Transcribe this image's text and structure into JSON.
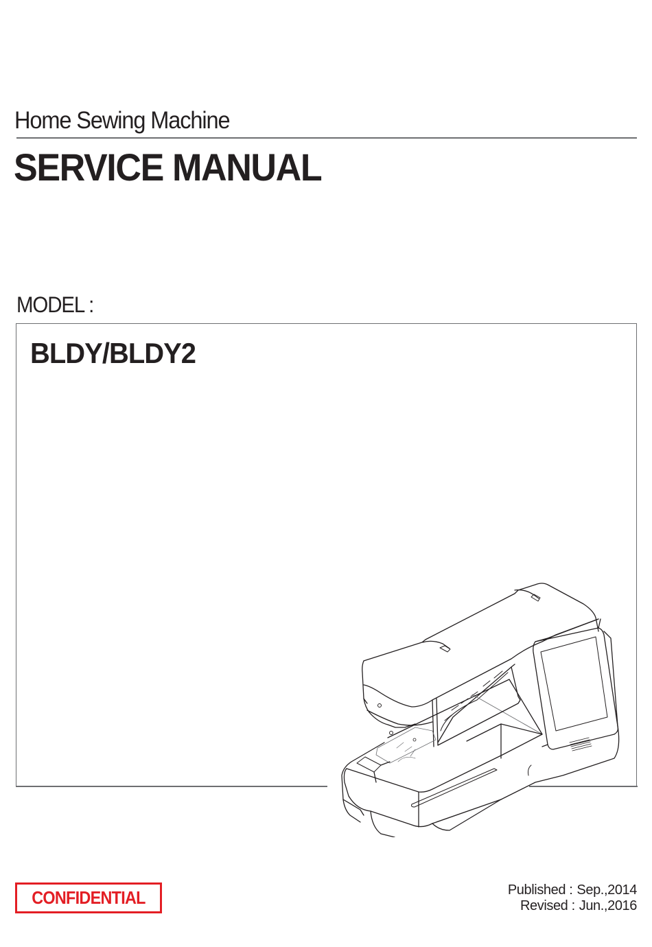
{
  "cover": {
    "subtitle": "Home Sewing Machine",
    "title": "SERVICE MANUAL",
    "model_label": "MODEL :",
    "model_name": "BLDY/BLDY2",
    "illustration": "sewing-machine-line-drawing",
    "stamp": {
      "label": "CONFIDENTIAL",
      "color": "#e31e24"
    },
    "dates": {
      "published_label": "Published :",
      "published_value": "Sep.,2014",
      "revised_label": "Revised :",
      "revised_value": "Jun.,2016"
    }
  }
}
